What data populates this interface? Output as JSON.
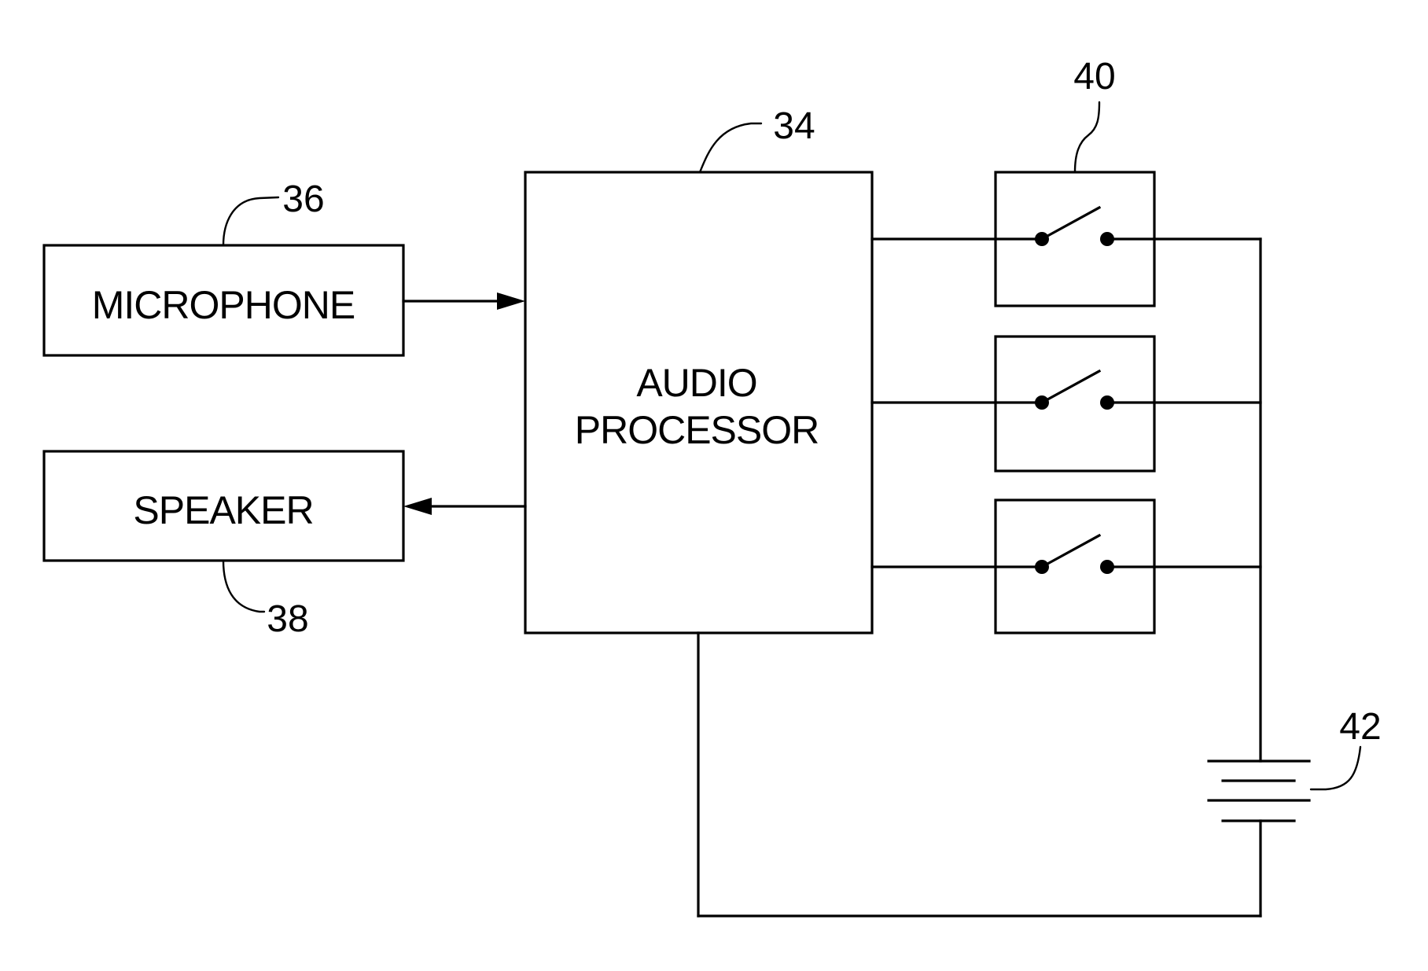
{
  "diagram": {
    "microphone": {
      "label": "MICROPHONE",
      "ref": "36"
    },
    "speaker": {
      "label": "SPEAKER",
      "ref": "38"
    },
    "processor": {
      "label_line1": "AUDIO",
      "label_line2": "PROCESSOR",
      "ref": "34"
    },
    "switches": {
      "ref": "40"
    },
    "battery": {
      "ref": "42"
    }
  }
}
